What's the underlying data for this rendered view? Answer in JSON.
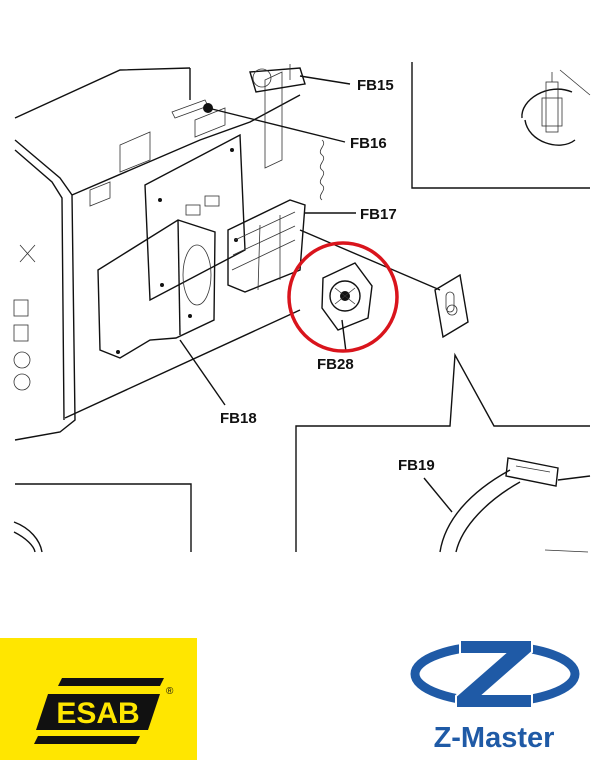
{
  "labels": {
    "fb15": "FB15",
    "fb16": "FB16",
    "fb17": "FB17",
    "fb18": "FB18",
    "fb19": "FB19",
    "fb28": "FB28"
  },
  "highlight_color": "#d9141c",
  "logos": {
    "esab": {
      "text": "ESAB",
      "registered": "®",
      "bg": "#ffe600"
    },
    "zmaster": {
      "text": "Z-Master",
      "color": "#1f5aa6"
    }
  }
}
